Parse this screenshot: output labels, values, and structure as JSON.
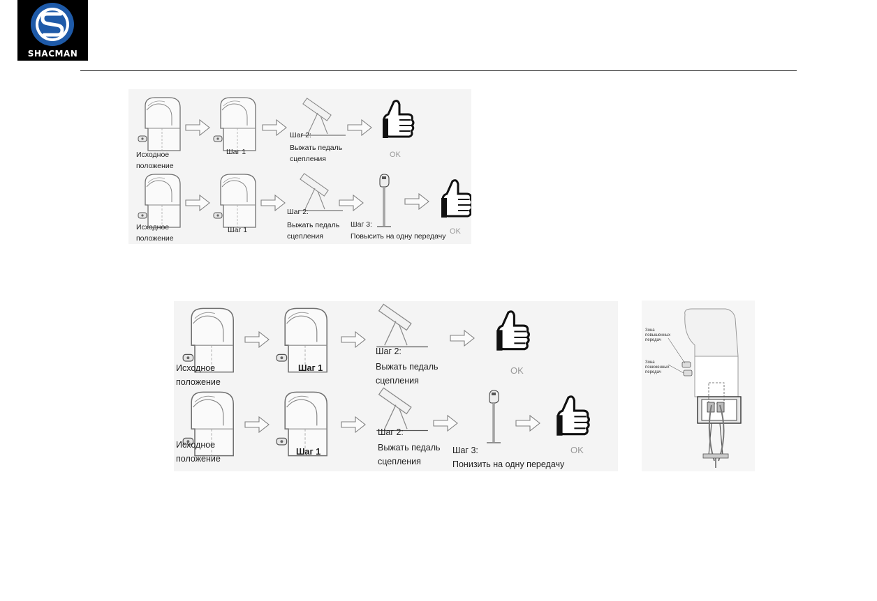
{
  "header": {
    "logo_text": "SHACMAN"
  },
  "upshift_panel": {
    "row1": {
      "start": "Исходное положение",
      "step1": "Шаг 1",
      "step2_title": "Шаг 2:",
      "step2_text": "Выжать педаль сцепления",
      "ok": "OK"
    },
    "row2": {
      "start": "Исходное положение",
      "step1": "Шаг 1",
      "step2_title": "Шаг 2:",
      "step2_text": "Выжать педаль сцепления",
      "step3_title": "Шаг 3:",
      "step3_text": "Повысить на одну передачу",
      "ok": "OK"
    }
  },
  "downshift_panel": {
    "row1": {
      "start": "Исходное положение",
      "step1": "Шаг 1",
      "step2_title": "Шаг 2:",
      "step2_text": "Выжать педаль сцепления",
      "ok": "OK"
    },
    "row2": {
      "start": "Исходное положение",
      "step1": "Шаг 1",
      "step2_title": "Шаг 2:",
      "step2_text": "Выжать педаль сцепления",
      "step3_title": "Шаг 3:",
      "step3_text": "Понизить на одну передачу",
      "ok": "OK"
    }
  },
  "shifter_diagram": {
    "high_zone": "Зона повышенных передач",
    "low_zone": "Зона пониженных передач"
  },
  "colors": {
    "logo_blue": "#1e5aa8",
    "line": "#777777",
    "ok": "#9a9a9a"
  }
}
